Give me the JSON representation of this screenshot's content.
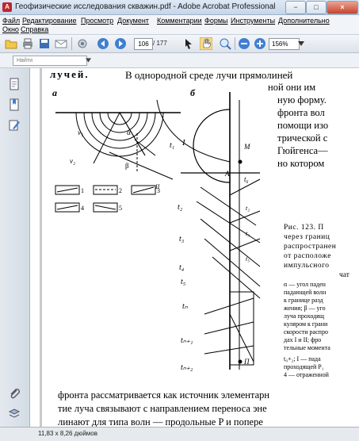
{
  "window": {
    "title": "Геофизические исследования скважин.pdf - Adobe Acrobat Professional",
    "app_icon": "acrobat-icon",
    "controls": [
      "−",
      "□",
      "×"
    ]
  },
  "menubar": {
    "items_row1": [
      "Файл",
      "Редактирование",
      "Просмотр",
      "Документ",
      "Комментарии",
      "Формы",
      "Инструменты",
      "Дополнительно"
    ],
    "items_row2": [
      "Окно",
      "Справка"
    ]
  },
  "toolbar": {
    "page_current": "106",
    "page_total": "/ 177",
    "zoom": "156%",
    "icons": [
      "open-folder-icon",
      "print-icon",
      "save-icon",
      "email-icon",
      "prev-page-icon",
      "next-page-icon",
      "select-arrow-icon",
      "hand-tool-icon",
      "zoom-tool-icon",
      "zoom-out-icon",
      "zoom-in-icon"
    ]
  },
  "findbar": {
    "placeholder": "Найти"
  },
  "sidebar": {
    "icons": [
      "pages-icon",
      "bookmarks-icon",
      "signature-icon",
      "attachments-icon",
      "layers-icon"
    ]
  },
  "document": {
    "line_top_left": "лучей.",
    "line_top_right": "В однородной среде лучи прямолиней",
    "right_col": [
      "ной они им",
      "ную форму.",
      "фронта вол",
      "помощи изо",
      "трической с",
      "Гюйгенса—",
      "но котором"
    ],
    "fig_label_a": "а",
    "fig_label_b": "б",
    "caption": [
      "Рис.  123.  П",
      "через  границ",
      "распространен",
      "от  расположе",
      "импульсного"
    ],
    "caption_center": "чат",
    "notes": [
      "α — угол паден",
      "падающей волн",
      "к границе разд",
      "жения; β — уго",
      "луча проходящ",
      "куляром к грани",
      "скорости распро",
      "дах I и II; фро",
      "тельные момента",
      "t₀+₂; I — пада",
      "проходящей P₁",
      "4 — отраженной"
    ],
    "bottom_lines": [
      "фронта рассматривается как источник элементарн",
      "тие луча связывают с направлением переноса эне",
      "линают для типа волн — продольные P и попере"
    ],
    "diagram_labels": [
      "I",
      "II",
      "v₁",
      "v₂",
      "α",
      "β",
      "1",
      "2",
      "3",
      "4",
      "5",
      "A",
      "M",
      "П",
      "t₁",
      "t₂",
      "t₃",
      "t₄",
      "t₅",
      "t₆",
      "tₙ",
      "tₙ₊₁",
      "tₙ₊₂",
      "t₂",
      "t₃",
      "t₅"
    ]
  },
  "status": {
    "page_size": "11,83 x 8,26 дюймов"
  }
}
